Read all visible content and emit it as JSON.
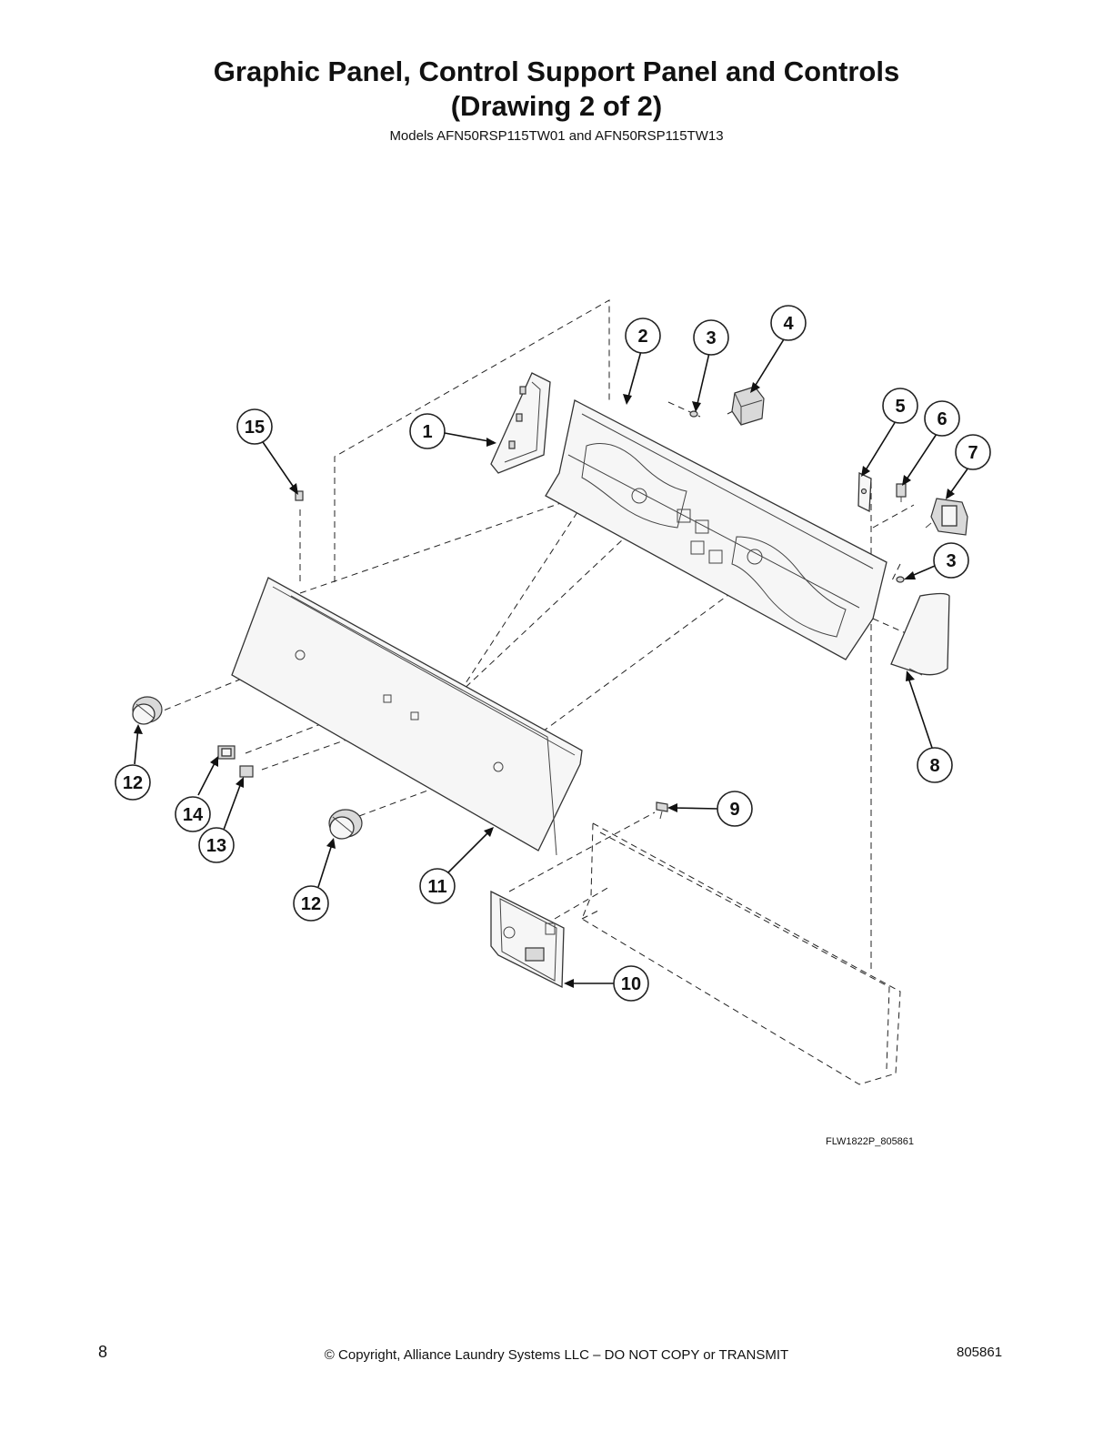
{
  "header": {
    "title_line1": "Graphic Panel, Control Support Panel and Controls",
    "title_line2": "(Drawing 2 of 2)",
    "subtitle": "Models AFN50RSP115TW01 and AFN50RSP115TW13"
  },
  "callouts": {
    "c1": "1",
    "c2": "2",
    "c3a": "3",
    "c3b": "3",
    "c4": "4",
    "c5": "5",
    "c6": "6",
    "c7": "7",
    "c8": "8",
    "c9": "9",
    "c10": "10",
    "c11": "11",
    "c12a": "12",
    "c12b": "12",
    "c13": "13",
    "c14": "14",
    "c15": "15"
  },
  "drawing_id": "FLW1822P_805861",
  "footer": {
    "page_number": "8",
    "copyright": "© Copyright, Alliance Laundry Systems LLC – DO NOT COPY or TRANSMIT",
    "document_number": "805861"
  },
  "colors": {
    "ink": "#111111",
    "background": "#ffffff"
  }
}
